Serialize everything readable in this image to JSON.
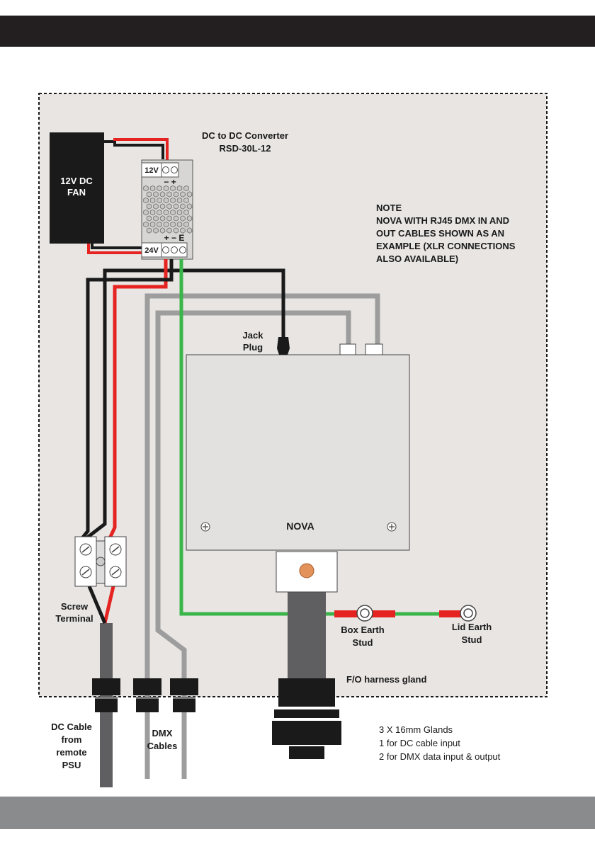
{
  "colors": {
    "header": "#231f20",
    "footer": "#8a8b8d",
    "enclosure_fill": "#e8e5e3",
    "wire_red": "#e52421",
    "wire_black": "#1a1a1a",
    "wire_green": "#3ab54a",
    "dmx_cable": "#9d9d9d",
    "dc_cable": "#5f5f61"
  },
  "converter": {
    "title_line1": "DC to DC Converter",
    "title_line2": "RSD-30L-12",
    "out_voltage": "12V",
    "in_voltage": "24V",
    "out_polarity": "−  +",
    "in_polarity": "+ − E"
  },
  "fan": {
    "line1": "12V DC",
    "line2": "FAN"
  },
  "note": {
    "lines": [
      "NOTE",
      "NOVA WITH RJ45 DMX IN AND",
      "OUT CABLES SHOWN AS AN",
      "EXAMPLE (XLR CONNECTIONS",
      "ALSO AVAILABLE)"
    ]
  },
  "jack_plug": {
    "line1": "Jack",
    "line2": "Plug"
  },
  "nova_label": "NOVA",
  "screw_terminal": {
    "line1": "Screw",
    "line2": "Terminal"
  },
  "box_earth": {
    "line1": "Box Earth",
    "line2": "Stud"
  },
  "lid_earth": {
    "line1": "Lid Earth",
    "line2": "Stud"
  },
  "fo_gland": "F/O harness gland",
  "dc_cable": {
    "line1": "DC Cable",
    "line2": "from",
    "line3": "remote",
    "line4": "PSU"
  },
  "dmx_cables": {
    "line1": "DMX",
    "line2": "Cables"
  },
  "glands_note": {
    "lines": [
      "3 X 16mm Glands",
      "1 for DC cable input",
      "2 for DMX data input & output"
    ]
  }
}
